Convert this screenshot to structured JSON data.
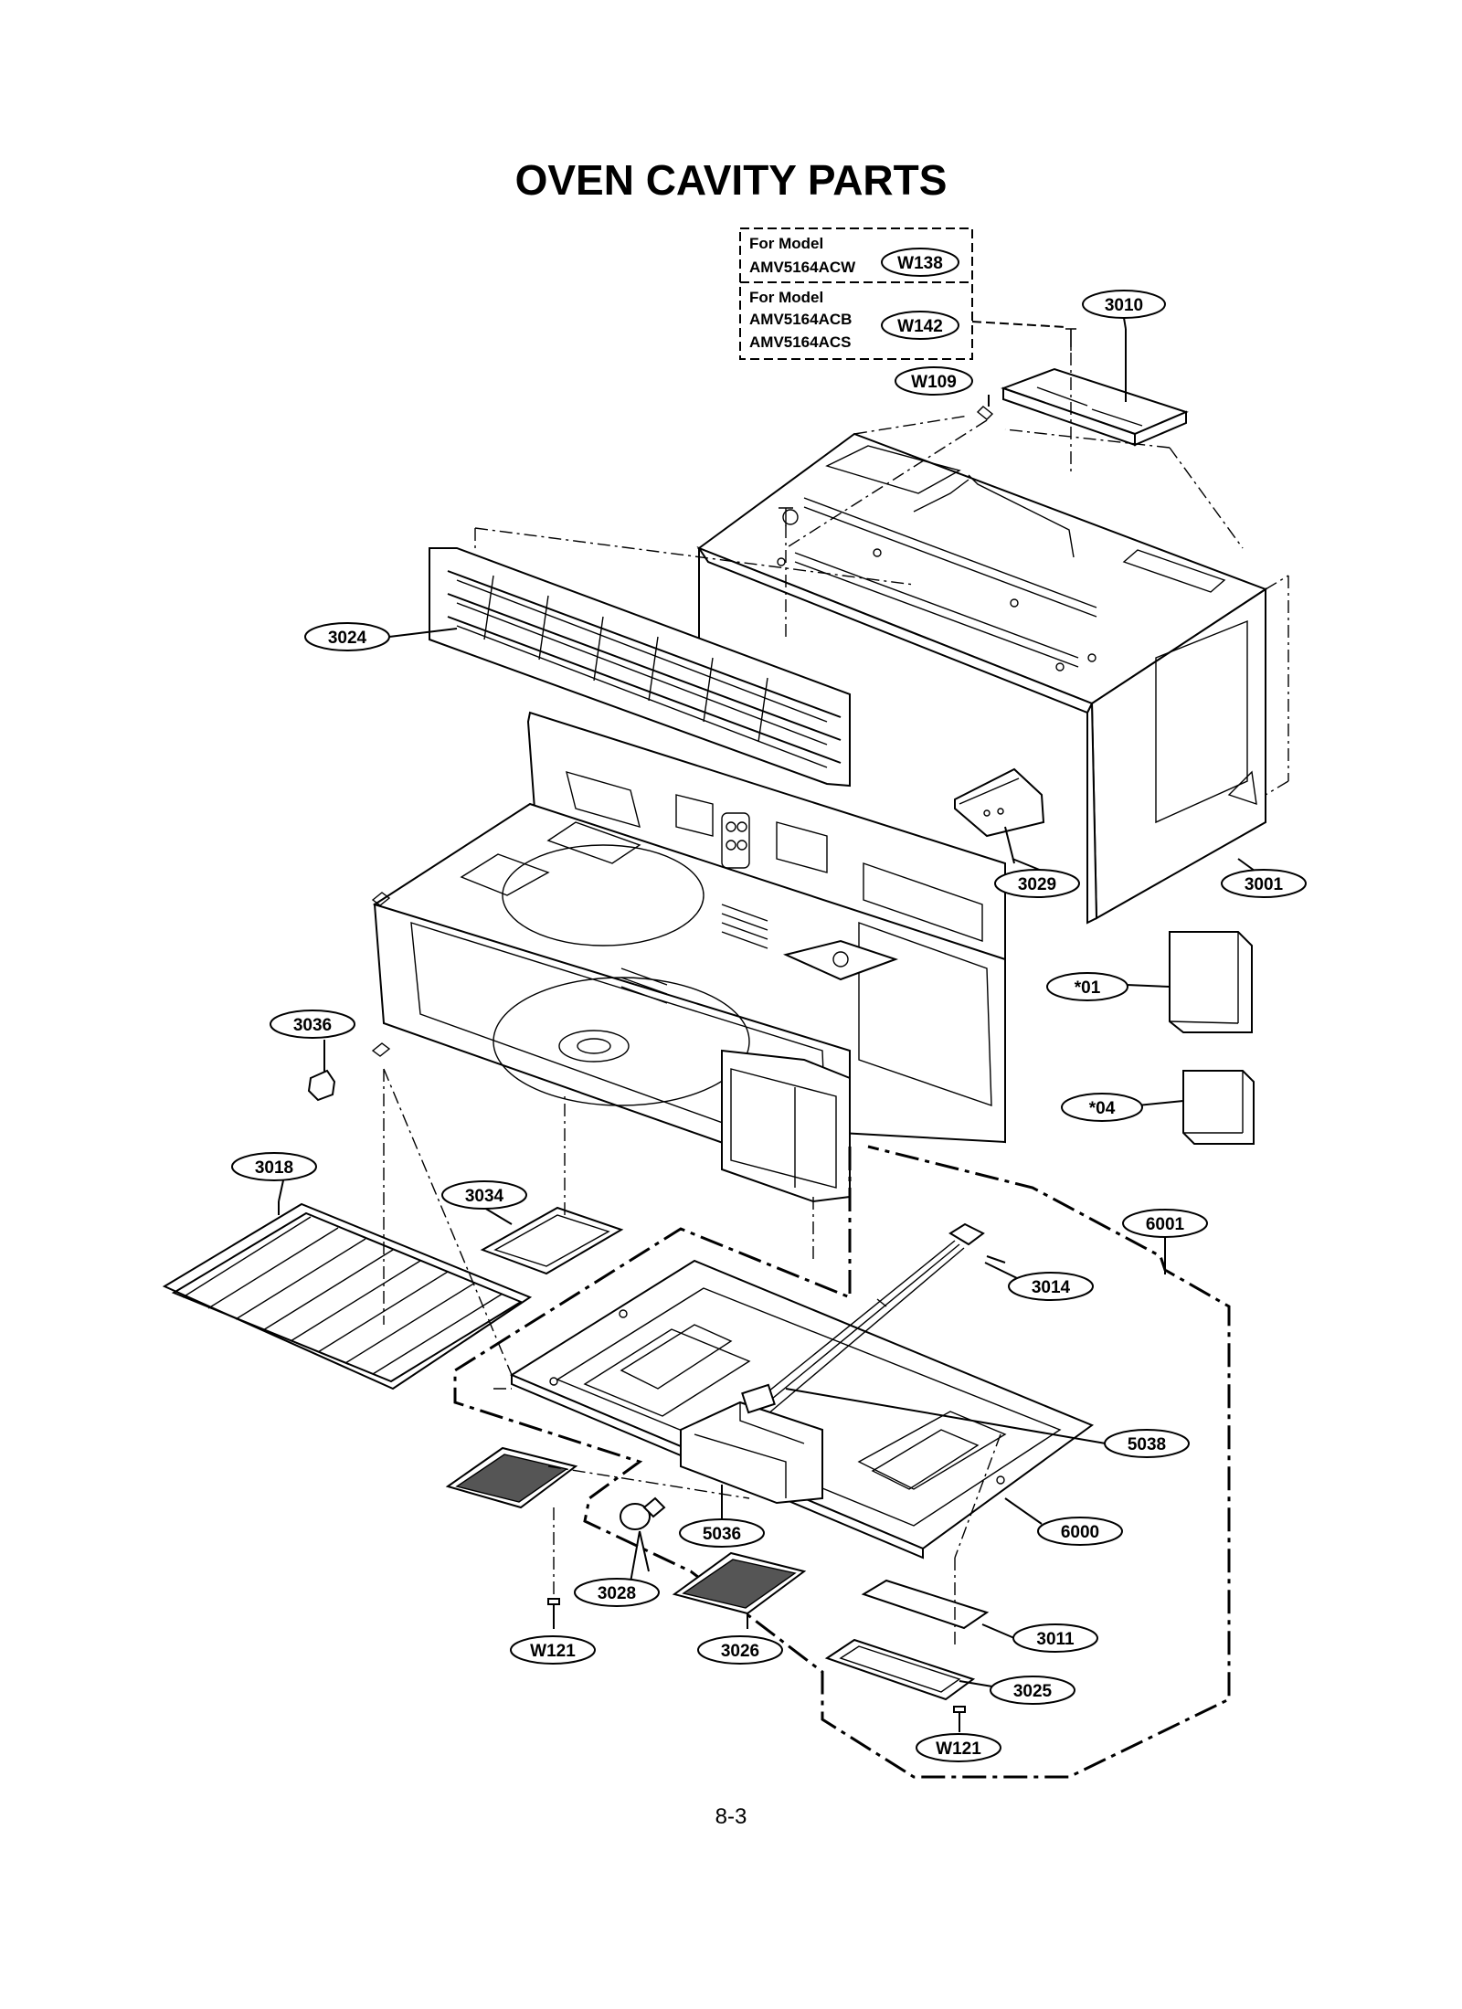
{
  "title": "OVEN CAVITY PARTS",
  "page_number": "8-3",
  "model_legend": [
    {
      "heading": "For Model",
      "models": [
        "AMV5164ACW"
      ],
      "code": "W138"
    },
    {
      "heading": "For Model",
      "models": [
        "AMV5164ACB",
        "AMV5164ACS"
      ],
      "code": "W142"
    }
  ],
  "callouts": {
    "c3010": "3010",
    "cW109": "W109",
    "c3024": "3024",
    "c3029": "3029",
    "c3001": "3001",
    "c01": "*01",
    "c3036": "3036",
    "c04": "*04",
    "c3018": "3018",
    "c3034": "3034",
    "c6001": "6001",
    "c3014": "3014",
    "c5038": "5038",
    "c6000": "6000",
    "c5036": "5036",
    "c3028": "3028",
    "c3026": "3026",
    "c3011": "3011",
    "c3025": "3025",
    "cW121a": "W121",
    "cW121b": "W121"
  }
}
